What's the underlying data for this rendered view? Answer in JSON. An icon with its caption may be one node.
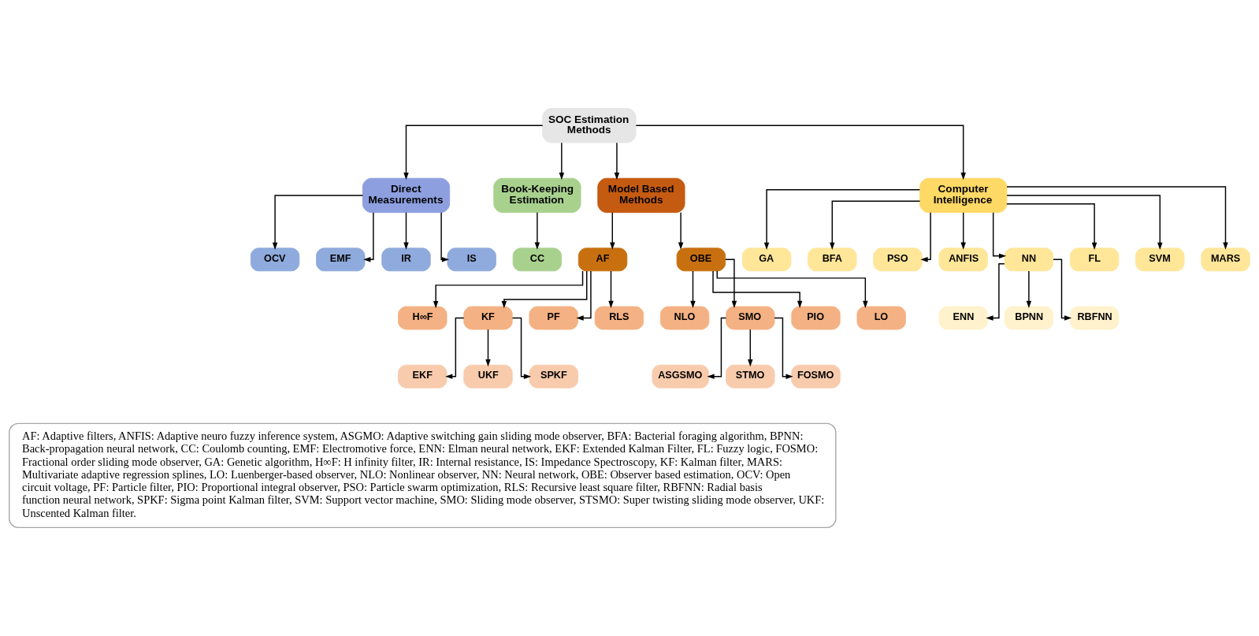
{
  "diagram": {
    "nodes": [
      {
        "text": [
          "SOC Estimation Methods"
        ]
      },
      {
        "text": [
          "Direct Measurements"
        ]
      },
      {
        "text": [
          "Book-Keeping Estimation"
        ]
      },
      {
        "text": [
          "Model Based Methods"
        ]
      },
      {
        "text": [
          "Computer Intelligence"
        ]
      },
      {
        "text": [
          "OCV"
        ]
      },
      {
        "text": [
          "EMF"
        ]
      },
      {
        "text": [
          "IR"
        ]
      },
      {
        "text": [
          "IS"
        ]
      },
      {
        "text": [
          "CC"
        ]
      },
      {
        "text": [
          "AF"
        ]
      },
      {
        "text": [
          "OBE"
        ]
      },
      {
        "text": [
          "GA"
        ]
      },
      {
        "text": [
          "BFA"
        ]
      },
      {
        "text": [
          "PSO"
        ]
      },
      {
        "text": [
          "ANFIS"
        ]
      },
      {
        "text": [
          "NN"
        ]
      },
      {
        "text": [
          "FL"
        ]
      },
      {
        "text": [
          "SVM"
        ]
      },
      {
        "text": [
          "MARS"
        ]
      },
      {
        "text": [
          "H∞F"
        ]
      },
      {
        "text": [
          "KF"
        ]
      },
      {
        "text": [
          "PF"
        ]
      },
      {
        "text": [
          "RLS"
        ]
      },
      {
        "text": [
          "NLO"
        ]
      },
      {
        "text": [
          "SMO"
        ]
      },
      {
        "text": [
          "PIO"
        ]
      },
      {
        "text": [
          "LO"
        ]
      },
      {
        "text": [
          "ENN"
        ]
      },
      {
        "text": [
          "BPNN"
        ]
      },
      {
        "text": [
          "RBFNN"
        ]
      },
      {
        "text": [
          "EKF"
        ]
      },
      {
        "text": [
          "UKF"
        ]
      },
      {
        "text": [
          "SPKF"
        ]
      },
      {
        "text": [
          "ASGSMO"
        ]
      },
      {
        "text": [
          "STMO"
        ]
      },
      {
        "text": [
          "FOSMO"
        ]
      },
      {
        "text": [
          "AF: Adaptive filters, ANFIS: Adaptive neuro fuzzy inference system, ASGMO: Adaptive switching gain sliding mode observer, BFA: Bacterial foraging algorithm, BPNN: Back-propagation neural network, CC: Coulomb counting, EMF: Electromotive force, ENN: Elman neural network, EKF: Extended Kalman Filter, FL: Fuzzy logic, FOSMO: Fractional order sliding mode observer, GA: Genetic algorithm, H∞F: H infinity filter, IR: Internal resistance, IS: Impedance Spectroscopy, KF: Kalman filter, MARS: Multivariate adaptive regression splines, LO: Luenberger-based observer, NLO: Nonlinear observer, NN: Neural network, OBE: Observer based estimation, OCV: Open circuit voltage, PF: Particle filter, PIO: Proportional integral observer, PSO: Particle swarm optimization, RLS: Recursive least square filter, RBFNN: Radial basis function neural network, SPKF: Sigma point Kalman filter, SVM: Support vector machine, SMO: Sliding mode observer, STSMO: Super twisting sliding mode observer, UKF: Unscented Kalman filter."
        ]
      }
    ],
    "edges": [
      {
        "from": 0,
        "to": 1,
        "arrow": "to"
      },
      {
        "from": 0,
        "to": 2,
        "arrow": "to"
      },
      {
        "from": 0,
        "to": 3,
        "arrow": "to"
      },
      {
        "from": 0,
        "to": 4,
        "arrow": "to"
      },
      {
        "from": 1,
        "to": 5,
        "arrow": "to"
      },
      {
        "from": 1,
        "to": 6,
        "arrow": "to"
      },
      {
        "from": 1,
        "to": 7,
        "arrow": "to"
      },
      {
        "from": 1,
        "to": 8,
        "arrow": "to"
      },
      {
        "from": 2,
        "to": 9,
        "arrow": "to"
      },
      {
        "from": 3,
        "to": 10,
        "arrow": "to"
      },
      {
        "from": 3,
        "to": 11,
        "arrow": "to"
      },
      {
        "from": 4,
        "to": 12,
        "arrow": "to"
      },
      {
        "from": 4,
        "to": 13,
        "arrow": "to"
      },
      {
        "from": 4,
        "to": 14,
        "arrow": "to"
      },
      {
        "from": 4,
        "to": 15,
        "arrow": "to"
      },
      {
        "from": 4,
        "to": 16,
        "arrow": "to"
      },
      {
        "from": 4,
        "to": 17,
        "arrow": "to"
      },
      {
        "from": 4,
        "to": 18,
        "arrow": "to"
      },
      {
        "from": 4,
        "to": 19,
        "arrow": "to"
      },
      {
        "from": 10,
        "to": 20,
        "arrow": "to"
      },
      {
        "from": 10,
        "to": 21,
        "arrow": "to"
      },
      {
        "from": 10,
        "to": 22,
        "arrow": "to"
      },
      {
        "from": 10,
        "to": 23,
        "arrow": "to"
      },
      {
        "from": 11,
        "to": 24,
        "arrow": "to"
      },
      {
        "from": 11,
        "to": 25,
        "arrow": "to"
      },
      {
        "from": 11,
        "to": 26,
        "arrow": "to"
      },
      {
        "from": 11,
        "to": 27,
        "arrow": "to"
      },
      {
        "from": 16,
        "to": 28,
        "arrow": "to"
      },
      {
        "from": 16,
        "to": 29,
        "arrow": "to"
      },
      {
        "from": 16,
        "to": 30,
        "arrow": "to"
      },
      {
        "from": 21,
        "to": 31,
        "arrow": "to"
      },
      {
        "from": 21,
        "to": 32,
        "arrow": "to"
      },
      {
        "from": 21,
        "to": 33,
        "arrow": "to"
      },
      {
        "from": 25,
        "to": 34,
        "arrow": "to"
      },
      {
        "from": 25,
        "to": 35,
        "arrow": "to"
      },
      {
        "from": 25,
        "to": 36,
        "arrow": "to"
      }
    ]
  }
}
